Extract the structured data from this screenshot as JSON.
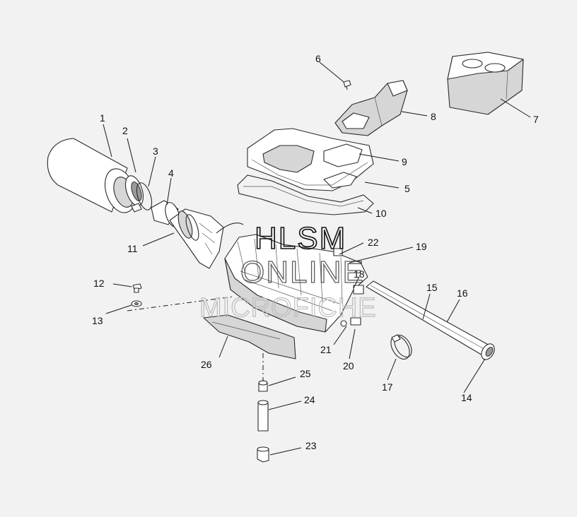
{
  "watermark": {
    "line1": "HLSM",
    "line2": "ONLINE",
    "line3": "MICROFICHE"
  },
  "callouts": {
    "c1": "1",
    "c2": "2",
    "c3": "3",
    "c4": "4",
    "c5": "5",
    "c6": "6",
    "c7": "7",
    "c8": "8",
    "c9": "9",
    "c10": "10",
    "c11": "11",
    "c12": "12",
    "c13": "13",
    "c14": "14",
    "c15": "15",
    "c16": "16",
    "c17": "17",
    "c18": "18",
    "c19": "19",
    "c20": "20",
    "c21": "21",
    "c22": "22",
    "c23": "23",
    "c24": "24",
    "c25": "25",
    "c26": "26"
  }
}
